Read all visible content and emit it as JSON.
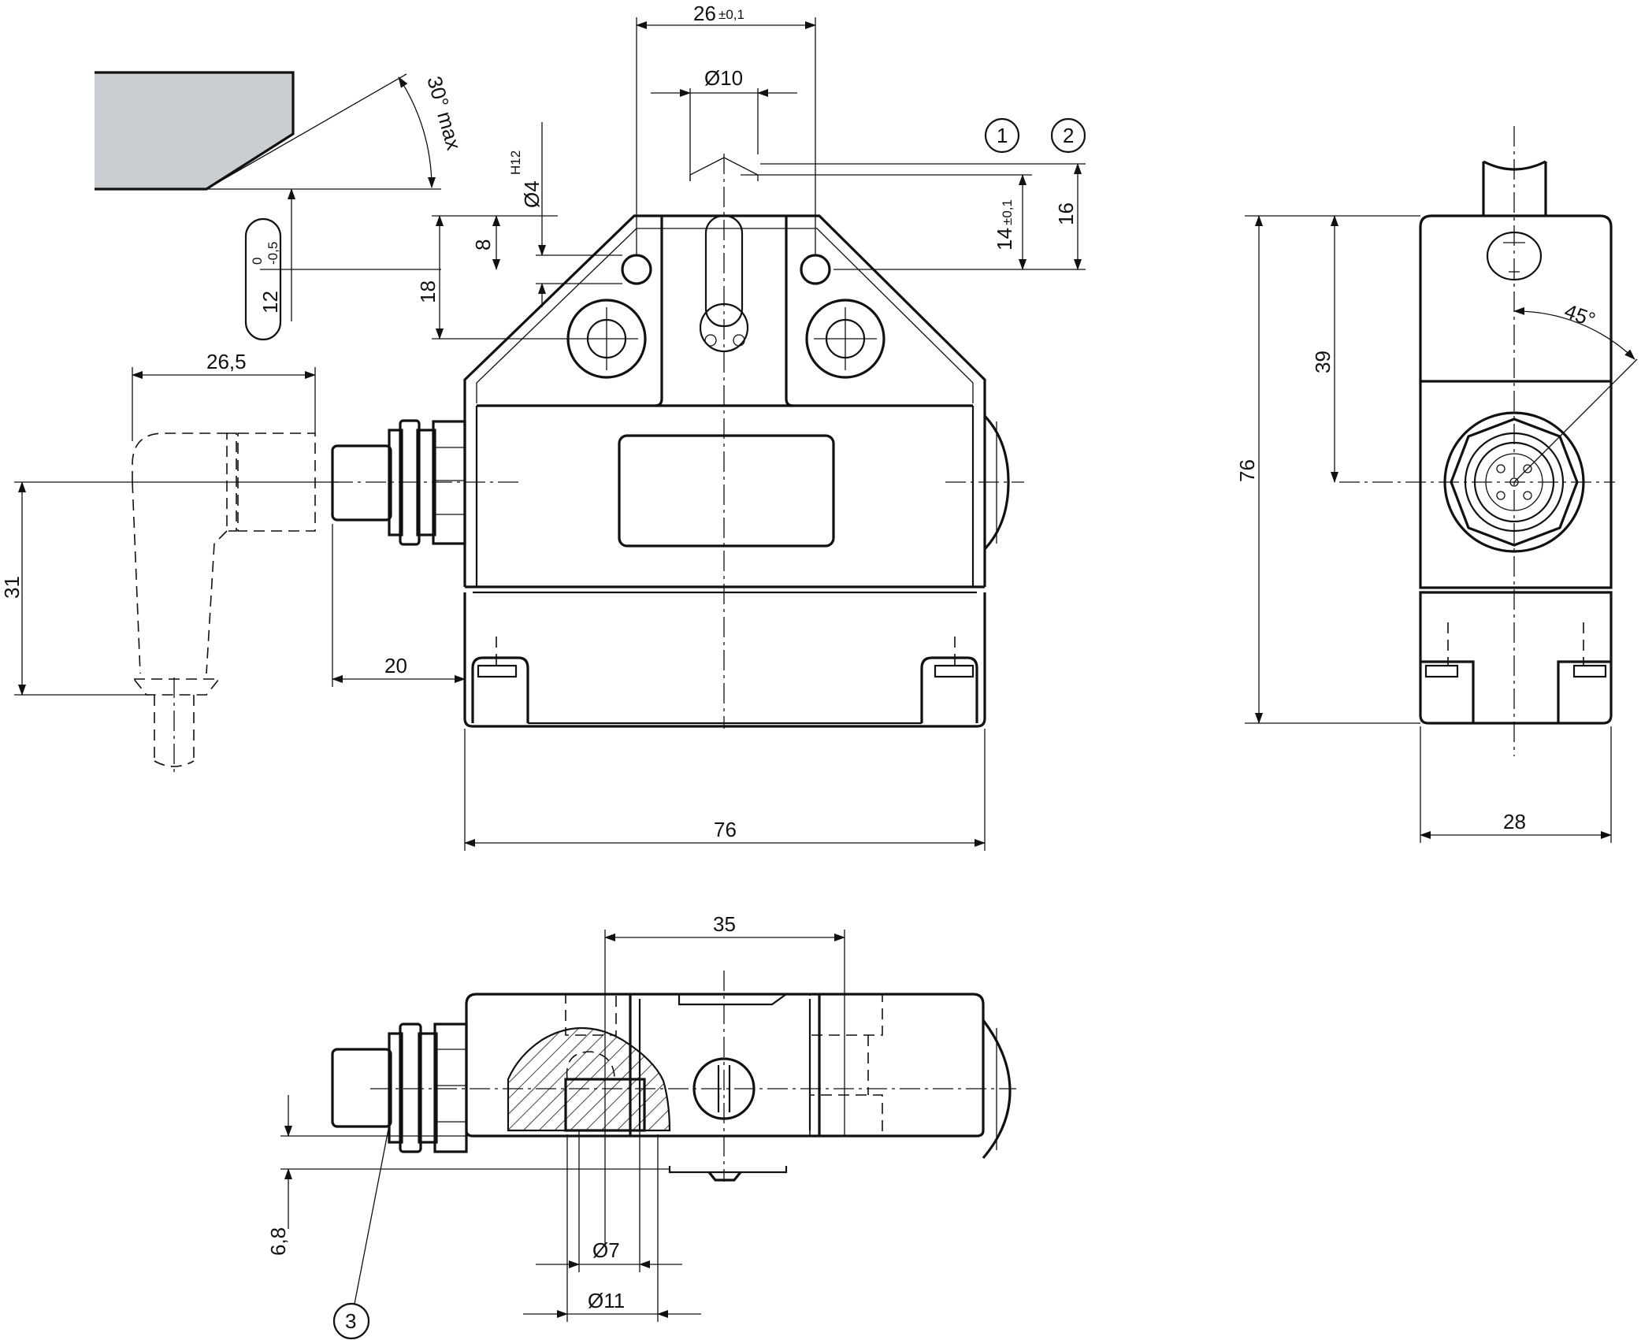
{
  "dimensions": {
    "d26_tol": {
      "value": "26",
      "tol": "±0,1"
    },
    "d10": "Ø10",
    "d4": {
      "value": "Ø4",
      "fit": "H12"
    },
    "d8": "8",
    "d18": "18",
    "d14_tol": {
      "value": "14",
      "tol": "±0,1"
    },
    "d16": "16",
    "slot12": {
      "value": "12",
      "upper": "0",
      "lower": "-0,5"
    },
    "d26_5": "26,5",
    "d31": "31",
    "d20": "20",
    "d76_width": "76",
    "d30max": "30° max",
    "d76_height": "76",
    "d39": "39",
    "d45": "45°",
    "d28": "28",
    "d35": "35",
    "d6_8": "6,8",
    "d7": "Ø7",
    "d11": "Ø11"
  },
  "callouts": [
    "1",
    "2",
    "3"
  ],
  "colors": {
    "line": "#111111",
    "ramp_fill": "#c9ced2",
    "background": "#ffffff"
  }
}
